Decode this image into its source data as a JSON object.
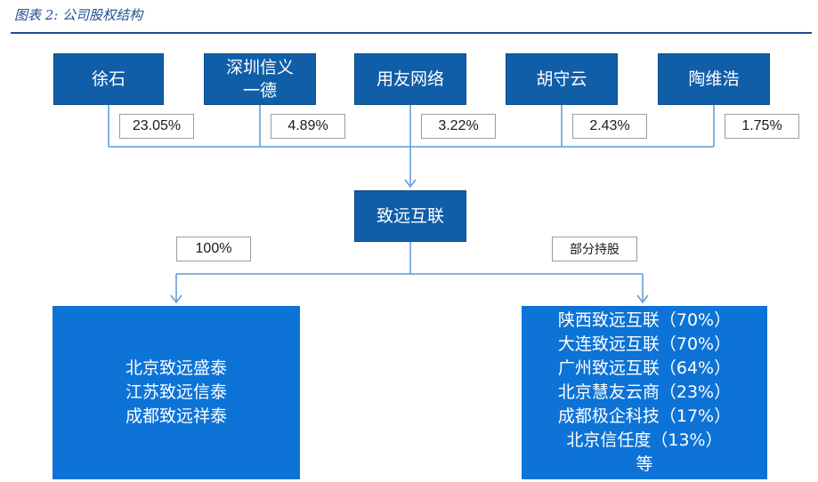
{
  "caption": "图表 2:  公司股权结构",
  "shareholders": [
    {
      "name": "徐石",
      "share": "23.05%"
    },
    {
      "name": "深圳信义\n一德",
      "share": "4.89%"
    },
    {
      "name": "用友网络",
      "share": "3.22%"
    },
    {
      "name": "胡守云",
      "share": "2.43%"
    },
    {
      "name": "陶维浩",
      "share": "1.75%"
    }
  ],
  "company": "致远互联",
  "left_branch": {
    "label": "100%",
    "entities": [
      "北京致远盛泰",
      "江苏致远信泰",
      "成都致远祥泰"
    ]
  },
  "right_branch": {
    "label": "部分持股",
    "entities": [
      "陕西致远互联（70%）",
      "大连致远互联（70%）",
      "广州致远互联（64%）",
      "北京慧友云商（23%）",
      "成都极企科技（17%）",
      "北京信任度（13%）",
      "等"
    ]
  },
  "colors": {
    "box": "#115ea8",
    "big_box": "#0d73d6",
    "line": "#5b9bd5",
    "rule": "#1f4e8c"
  }
}
